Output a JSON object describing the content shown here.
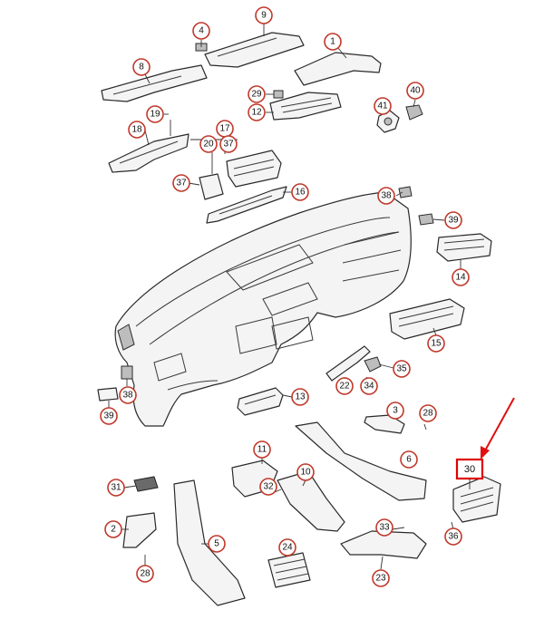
{
  "callouts": [
    {
      "id": "c4",
      "label": "4"
    },
    {
      "id": "c9",
      "label": "9"
    },
    {
      "id": "c1",
      "label": "1"
    },
    {
      "id": "c8",
      "label": "8"
    },
    {
      "id": "c29",
      "label": "29"
    },
    {
      "id": "c12",
      "label": "12"
    },
    {
      "id": "c41",
      "label": "41"
    },
    {
      "id": "c40",
      "label": "40"
    },
    {
      "id": "c19",
      "label": "19"
    },
    {
      "id": "c18",
      "label": "18"
    },
    {
      "id": "c17",
      "label": "17"
    },
    {
      "id": "c20",
      "label": "20"
    },
    {
      "id": "c37a",
      "label": "37"
    },
    {
      "id": "c37b",
      "label": "37"
    },
    {
      "id": "c16",
      "label": "16"
    },
    {
      "id": "c38a",
      "label": "38"
    },
    {
      "id": "c39a",
      "label": "39"
    },
    {
      "id": "c14",
      "label": "14"
    },
    {
      "id": "c15",
      "label": "15"
    },
    {
      "id": "c35",
      "label": "35"
    },
    {
      "id": "c22",
      "label": "22"
    },
    {
      "id": "c34",
      "label": "34"
    },
    {
      "id": "c38b",
      "label": "38"
    },
    {
      "id": "c39b",
      "label": "39"
    },
    {
      "id": "c13",
      "label": "13"
    },
    {
      "id": "c3",
      "label": "3"
    },
    {
      "id": "c28a",
      "label": "28"
    },
    {
      "id": "c11",
      "label": "11"
    },
    {
      "id": "c6",
      "label": "6"
    },
    {
      "id": "c31",
      "label": "31"
    },
    {
      "id": "c32",
      "label": "32"
    },
    {
      "id": "c10",
      "label": "10"
    },
    {
      "id": "c2",
      "label": "2"
    },
    {
      "id": "c5",
      "label": "5"
    },
    {
      "id": "c33",
      "label": "33"
    },
    {
      "id": "c36",
      "label": "36"
    },
    {
      "id": "c28b",
      "label": "28"
    },
    {
      "id": "c24",
      "label": "24"
    },
    {
      "id": "c23",
      "label": "23"
    }
  ],
  "highlight": {
    "label": "30"
  },
  "colors": {
    "callout_ring": "#c0392b",
    "highlight": "#e00000"
  }
}
